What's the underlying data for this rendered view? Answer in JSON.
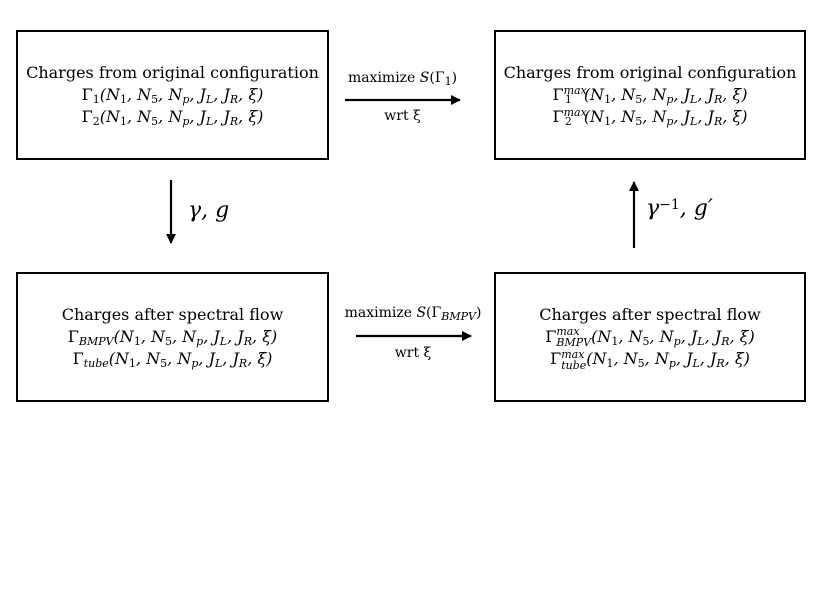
{
  "boxes": {
    "top_left": {
      "title": "Charges from original configuration",
      "eq1": "Γ₁(N₁, N₅, N_p, J_L, J_R, ξ)",
      "eq2": "Γ₂(N₁, N₅, N_p, J_L, J_R, ξ)"
    },
    "top_right": {
      "title": "Charges from original configuration",
      "eq1": "Γ₁^max(N₁, N₅, N_p, J_L, J_R, ξ)",
      "eq2": "Γ₂^max(N₁, N₅, N_p, J_L, J_R, ξ)"
    },
    "bottom_left": {
      "title": "Charges after spectral flow",
      "eq1": "Γ_BMPV(N₁, N₅, N_p, J_L, J_R, ξ)",
      "eq2": "Γ_tube(N₁, N₅, N_p, J_L, J_R, ξ)"
    },
    "bottom_right": {
      "title": "Charges after spectral flow",
      "eq1": "Γ_BMPV^max(N₁, N₅, N_p, J_L, J_R, ξ)",
      "eq2": "Γ_tube^max(N₁, N₅, N_p, J_L, J_R, ξ)"
    }
  },
  "arrows": {
    "top": {
      "label": "maximize S(Γ₁)",
      "sublabel": "wrt ξ"
    },
    "bottom": {
      "label": "maximize S(Γ_BMPV)",
      "sublabel": "wrt ξ"
    },
    "left": {
      "label": "γ, g"
    },
    "right": {
      "label": "γ⁻¹, g′"
    }
  }
}
